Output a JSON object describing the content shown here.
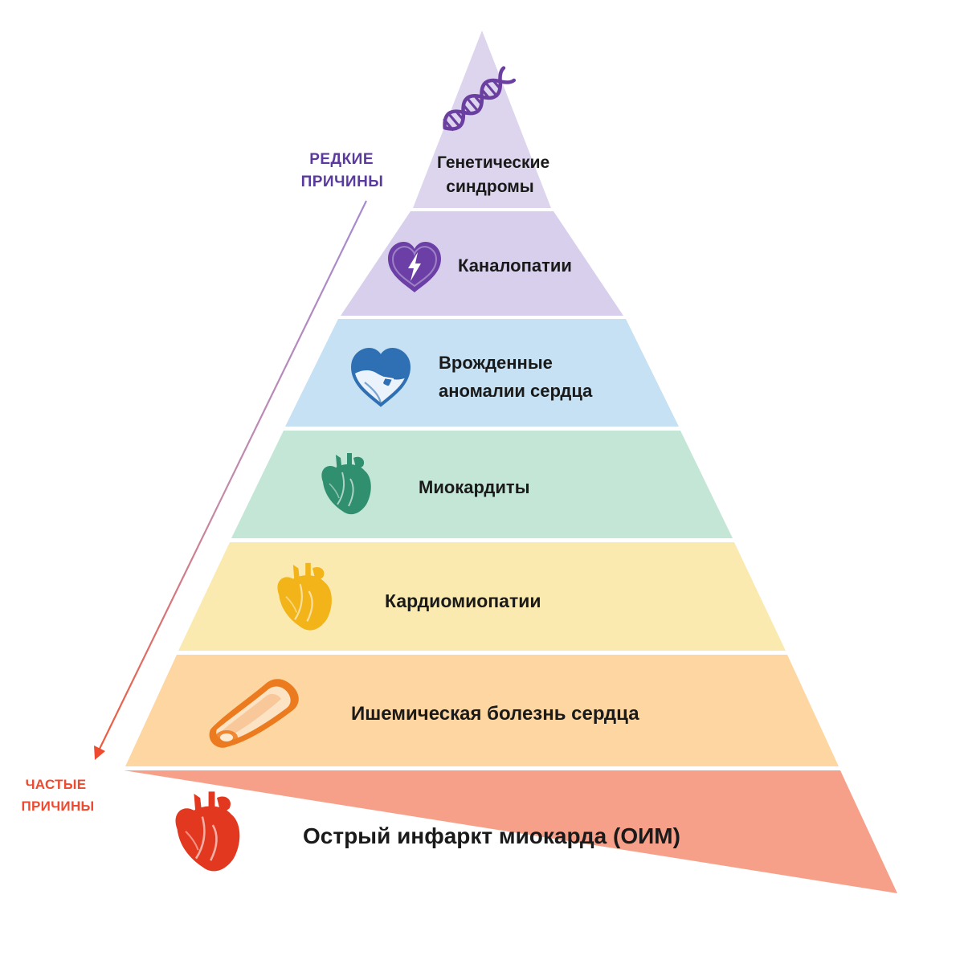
{
  "rare_label": {
    "line1": "РЕДКИЕ",
    "line2": "ПРИЧИНЫ",
    "color": "#5b3a9e"
  },
  "frequent_label": {
    "line1": "ЧАСТЫЕ",
    "line2": "ПРИЧИНЫ",
    "color": "#ef4a2f"
  },
  "tiers": [
    {
      "line1": "Генетические",
      "line2": "синдромы",
      "fill": "#ddd5ee",
      "icon": "dna-icon",
      "icon_color": "#6a3fa0"
    },
    {
      "line1": "Каналопатии",
      "line2": "",
      "fill": "#d7cfec",
      "icon": "heart-lightning-icon",
      "icon_color": "#6b3fa6"
    },
    {
      "line1": "Врожденные",
      "line2": "аномалии сердца",
      "fill": "#c5e1f3",
      "icon": "heart-defect-icon",
      "icon_color": "#2f6fb3"
    },
    {
      "line1": "Миокардиты",
      "line2": "",
      "fill": "#c3e6d7",
      "icon": "anatomical-heart-icon",
      "icon_color": "#2f8f6f"
    },
    {
      "line1": "Кардиомиопатии",
      "line2": "",
      "fill": "#fbeab0",
      "icon": "anatomical-heart-icon",
      "icon_color": "#f2b418"
    },
    {
      "line1": "Ишемическая болезнь сердца",
      "line2": "",
      "fill": "#fdd6a1",
      "icon": "artery-plaque-icon",
      "icon_color": "#ec7a1e"
    },
    {
      "line1": "Острый инфаркт миокарда (ОИМ)",
      "line2": "",
      "fill": "#f6a08a",
      "icon": "anatomical-heart-icon",
      "icon_color": "#e2381f"
    }
  ]
}
